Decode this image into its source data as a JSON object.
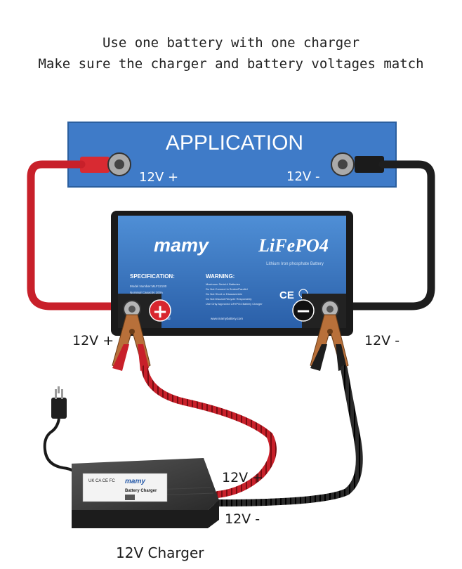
{
  "header": {
    "line1": "Use one battery with one charger",
    "line2": "Make sure the charger and battery voltages match"
  },
  "application": {
    "title": "APPLICATION",
    "pos_label": "12V +",
    "neg_label": "12V -"
  },
  "battery": {
    "brand": "mamy",
    "chemistry": "LiFePO4",
    "subtitle": "Lithium Iron phosphate Battery",
    "spec_title": "SPECIFICATION:",
    "spec_lines": [
      "Model Number:MLF12100",
      "Nominal Capacity:100A"
    ],
    "warning_title": "WARNING:",
    "warning_lines": [
      "Maximum Serial:4 Batteries",
      "Do Not Connect in Series/Parallel",
      "Do Not Short or Disassemble",
      "Do Not Discard Recycle Responsibly",
      "Use Only Approved LiFePO4 Battery Charger"
    ],
    "website": "www.mamybattery.com",
    "company": "mamy co.,ltd",
    "ce_mark": "CE",
    "pos_symbol": "+",
    "neg_symbol": "−"
  },
  "terminals": {
    "pos_label": "12V +",
    "neg_label": "12V -"
  },
  "charger": {
    "brand": "mamy",
    "name": "Battery Charger",
    "marks": "UK CA CE FC",
    "pos_label": "12V +",
    "neg_label": "12V -",
    "caption": "12V Charger"
  },
  "colors": {
    "app_panel": "#3f7bc8",
    "battery_face": "#3575c0",
    "battery_frame": "#1a1a1a",
    "red_cable": "#c8202a",
    "black_cable": "#1e1e1e",
    "clamp_copper": "#b8703a",
    "charger_body": "#2e2e30"
  }
}
